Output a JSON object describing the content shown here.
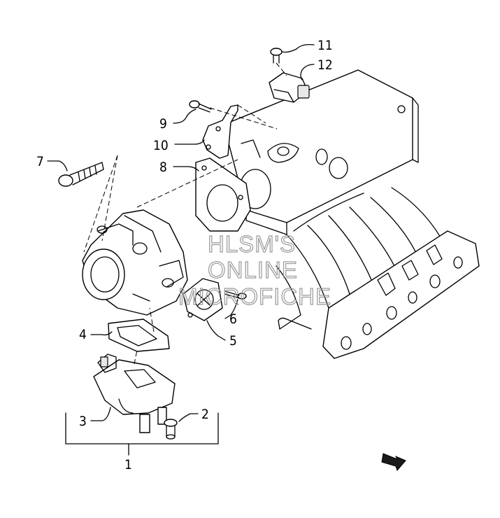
{
  "diagram": {
    "callouts": [
      {
        "id": "1",
        "label": "1"
      },
      {
        "id": "2",
        "label": "2"
      },
      {
        "id": "3",
        "label": "3"
      },
      {
        "id": "4",
        "label": "4"
      },
      {
        "id": "5",
        "label": "5"
      },
      {
        "id": "6",
        "label": "6"
      },
      {
        "id": "7",
        "label": "7"
      },
      {
        "id": "8",
        "label": "8"
      },
      {
        "id": "9",
        "label": "9"
      },
      {
        "id": "10",
        "label": "10"
      },
      {
        "id": "11",
        "label": "11"
      },
      {
        "id": "12",
        "label": "12"
      }
    ],
    "watermark": {
      "line1": "HLSM'S",
      "line2": "ONLINE",
      "line3": "MICROFICHE"
    }
  },
  "colors": {
    "line": "#000000",
    "watermark": "#9a9a9a",
    "background": "#ffffff"
  },
  "icons": [
    "front-direction-arrow-icon"
  ]
}
